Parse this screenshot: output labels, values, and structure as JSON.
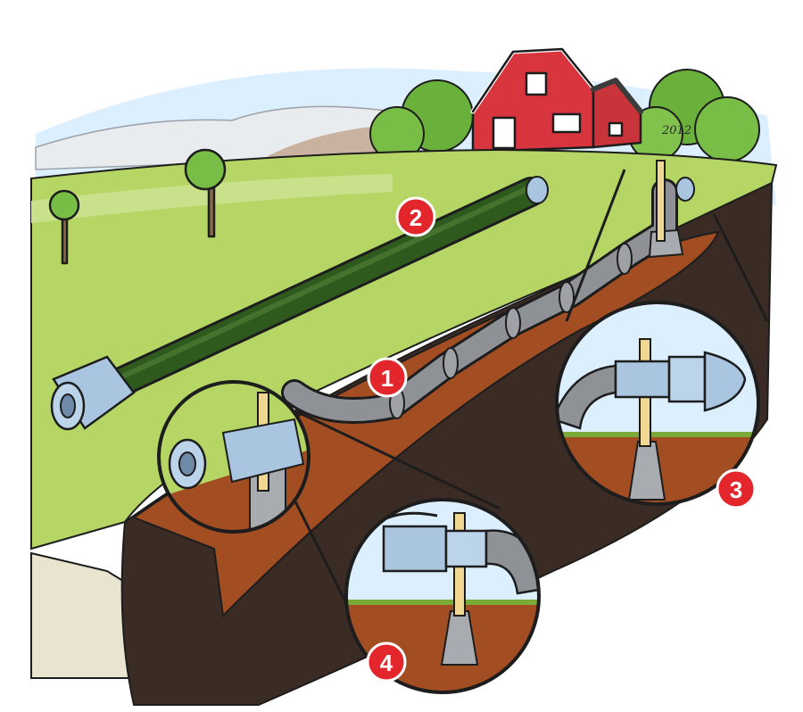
{
  "markers": [
    {
      "id": "1",
      "label": "1"
    },
    {
      "id": "2",
      "label": "2"
    },
    {
      "id": "3",
      "label": "3"
    },
    {
      "id": "4",
      "label": "4"
    }
  ],
  "signature": "2012",
  "colors": {
    "sky": "#dcefff",
    "grass": "#b5d565",
    "trench_soil": "#a24d22",
    "earth": "#3a2b24",
    "pipe_grey": "#8e9196",
    "hose_green": "#2f5a1e",
    "coupling_blue": "#a9c5e0",
    "barn_red": "#d8353f",
    "marker_red": "#e3262c"
  }
}
